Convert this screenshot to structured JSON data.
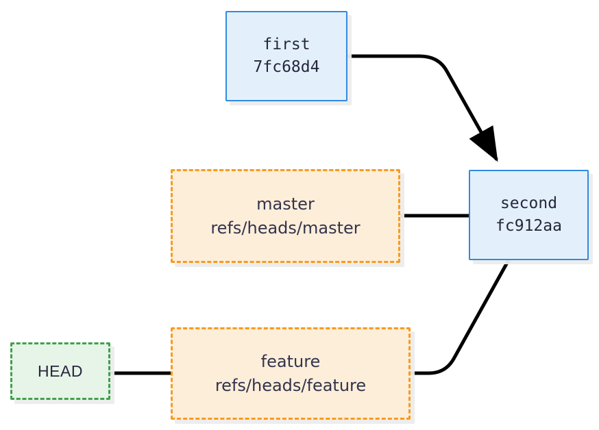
{
  "diagram": {
    "type": "git-object-graph",
    "background_color": "#ffffff",
    "edge_color": "#000000",
    "shadow_color": "#ececec"
  },
  "nodes": {
    "first": {
      "kind": "commit",
      "label": "first",
      "hash": "7fc68d4",
      "fill_color": "#e3f0fc",
      "border_color": "#2f8ae0",
      "border_style": "solid",
      "text_color": "#26263c"
    },
    "second": {
      "kind": "commit",
      "label": "second",
      "hash": "fc912aa",
      "fill_color": "#e3f0fc",
      "border_color": "#2f8ae0",
      "border_style": "solid",
      "text_color": "#26263c"
    },
    "master": {
      "kind": "ref",
      "label": "master",
      "path": "refs/heads/master",
      "fill_color": "#fdeed9",
      "border_color": "#f79b1e",
      "border_style": "dashed",
      "text_color": "#33334d"
    },
    "feature": {
      "kind": "ref",
      "label": "feature",
      "path": "refs/heads/feature",
      "fill_color": "#fdeed9",
      "border_color": "#f79b1e",
      "border_style": "dashed",
      "text_color": "#33334d"
    },
    "head": {
      "kind": "head",
      "label": "HEAD",
      "fill_color": "#e7f4e8",
      "border_color": "#3fa14b",
      "border_style": "dashed",
      "text_color": "#26263c"
    }
  },
  "edges": [
    {
      "id": "first-to-second",
      "from": "first",
      "to": "second",
      "arrow": true,
      "style": "curved"
    },
    {
      "id": "master-to-second",
      "from": "master",
      "to": "second",
      "arrow": false,
      "style": "straight"
    },
    {
      "id": "feature-to-second",
      "from": "feature",
      "to": "second",
      "arrow": false,
      "style": "curved"
    },
    {
      "id": "head-to-feature",
      "from": "head",
      "to": "feature",
      "arrow": false,
      "style": "straight"
    }
  ]
}
